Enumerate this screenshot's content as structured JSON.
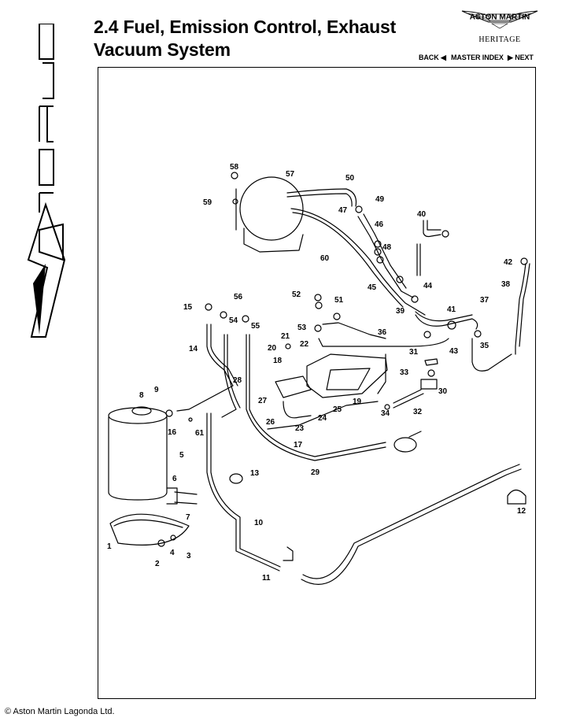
{
  "header": {
    "title_line1": "2.4 Fuel, Emission Control, Exhaust",
    "title_line2": "Vacuum System"
  },
  "brand": {
    "badge_text": "ASTON MARTIN",
    "heritage": "HERITAGE",
    "side_logo": "Virage"
  },
  "nav": {
    "back": "BACK ◀",
    "master_index": "MASTER INDEX",
    "next": "▶ NEXT"
  },
  "footer": {
    "copyright": "© Aston Martin Lagonda Ltd."
  },
  "diagram": {
    "part_numbers": [
      "1",
      "2",
      "3",
      "4",
      "5",
      "6",
      "7",
      "8",
      "9",
      "10",
      "11",
      "12",
      "13",
      "14",
      "15",
      "16",
      "17",
      "18",
      "19",
      "20",
      "21",
      "22",
      "23",
      "24",
      "25",
      "26",
      "27",
      "28",
      "29",
      "30",
      "31",
      "32",
      "33",
      "34",
      "35",
      "36",
      "37",
      "38",
      "39",
      "40",
      "41",
      "42",
      "43",
      "44",
      "45",
      "46",
      "47",
      "48",
      "49",
      "50",
      "51",
      "52",
      "53",
      "54",
      "55",
      "56",
      "57",
      "58",
      "59",
      "60",
      "61"
    ]
  },
  "colors": {
    "ink": "#000000",
    "paper": "#ffffff"
  }
}
